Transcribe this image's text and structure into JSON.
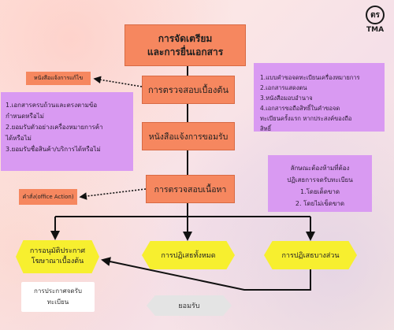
{
  "logo": {
    "glyph": "ตร",
    "text": "TMA"
  },
  "title": {
    "line1": "การจัดเตรียม",
    "line2": "และการยื่นเอกสาร"
  },
  "steps": {
    "initial_check": "การตรวจสอบเบื้องต้น",
    "acceptance_notice": "หนังสือแจ้งการขอมรับ",
    "substantive_exam": "การตรวจสอบเนื้อหา"
  },
  "side_labels": {
    "correction_notice": "หนังสือแจ้งการแก้ไข",
    "office_action": "คำสั่ง(office Action)"
  },
  "right_docs": [
    "1.แบบคำขอจดทะเบียนเครื่องหมายการ",
    "2.เอกสารแสดงตน",
    "3.หนังสือมอบอำนาจ",
    "4.เอกสารขอถือสิทธิ์ในคำขอจด",
    "ทะเบียนครั้งแรก หากประสงค์ของถือ",
    "สิทธิ์"
  ],
  "left_checks": [
    "1.เอกสารครบถ้วนและตรงตามข้อ",
    "กำหนดหรือไม่",
    "2.ยอมรับตัวอย่างเครื่องหมายการค้า",
    "ได้หรือไม่",
    "3.ยอมรับชื่อสินค้า/บริการได้หรือไม่"
  ],
  "prohibited": [
    "ลักษณะต้องห้ามที่ต้อง",
    "ปฏิเสธการจดรับทะเบียน",
    "1.โดยเด็ดขาด",
    "2. โดยไม่เข็ดขาด"
  ],
  "outcomes": {
    "approved": [
      "การอนุมัติประกาศ",
      "โฆษาณาเบื้องต้น"
    ],
    "rejected_all": "การปฏิเสธทั้งหมด",
    "rejected_partial": "การปฏิเสธบางส่วน"
  },
  "bottom": {
    "registration_notice": [
      "การประกาศจดรับ",
      "ทะเบียน"
    ],
    "accept": "ยอมรับ"
  }
}
